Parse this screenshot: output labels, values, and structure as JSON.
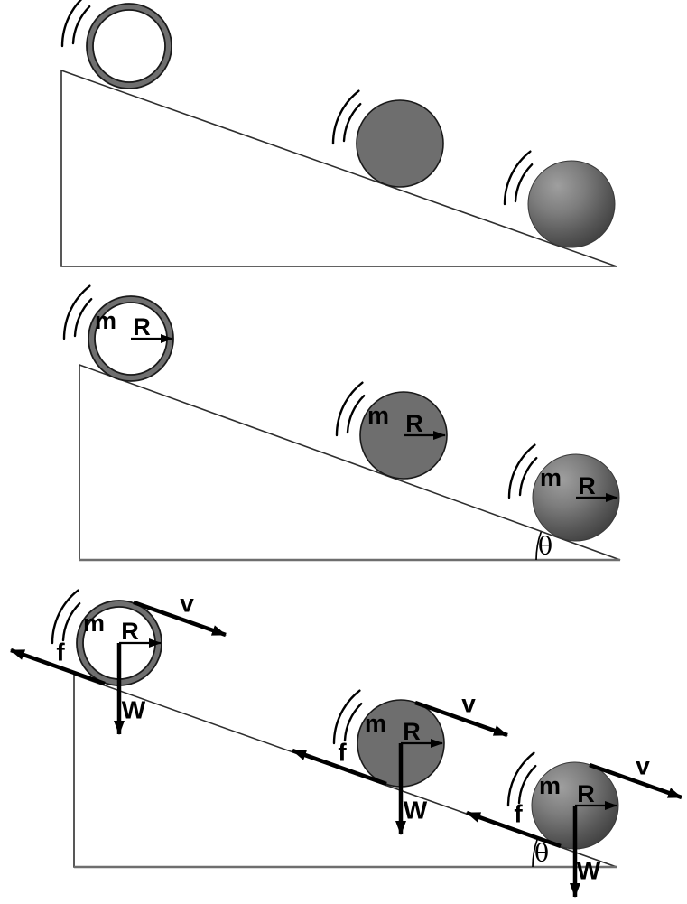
{
  "labels": {
    "mass": "m",
    "radius": "R",
    "velocity": "v",
    "friction": "f",
    "weight": "W",
    "angle": "θ"
  },
  "colors": {
    "background": "#ffffff",
    "line": "#2e2e2e",
    "base_line": "#6e6e6e",
    "arrow": "#000000",
    "hoop_ring": "#6f6f6f",
    "hoop_outline": "#1a1a1a",
    "disk_fill": "#6e6e6e",
    "sphere_highlight": "#9f9f9f",
    "sphere_mid": "#7d7d7d",
    "sphere_shadow": "#575757",
    "sphere_edge": "#3f3f3f"
  }
}
